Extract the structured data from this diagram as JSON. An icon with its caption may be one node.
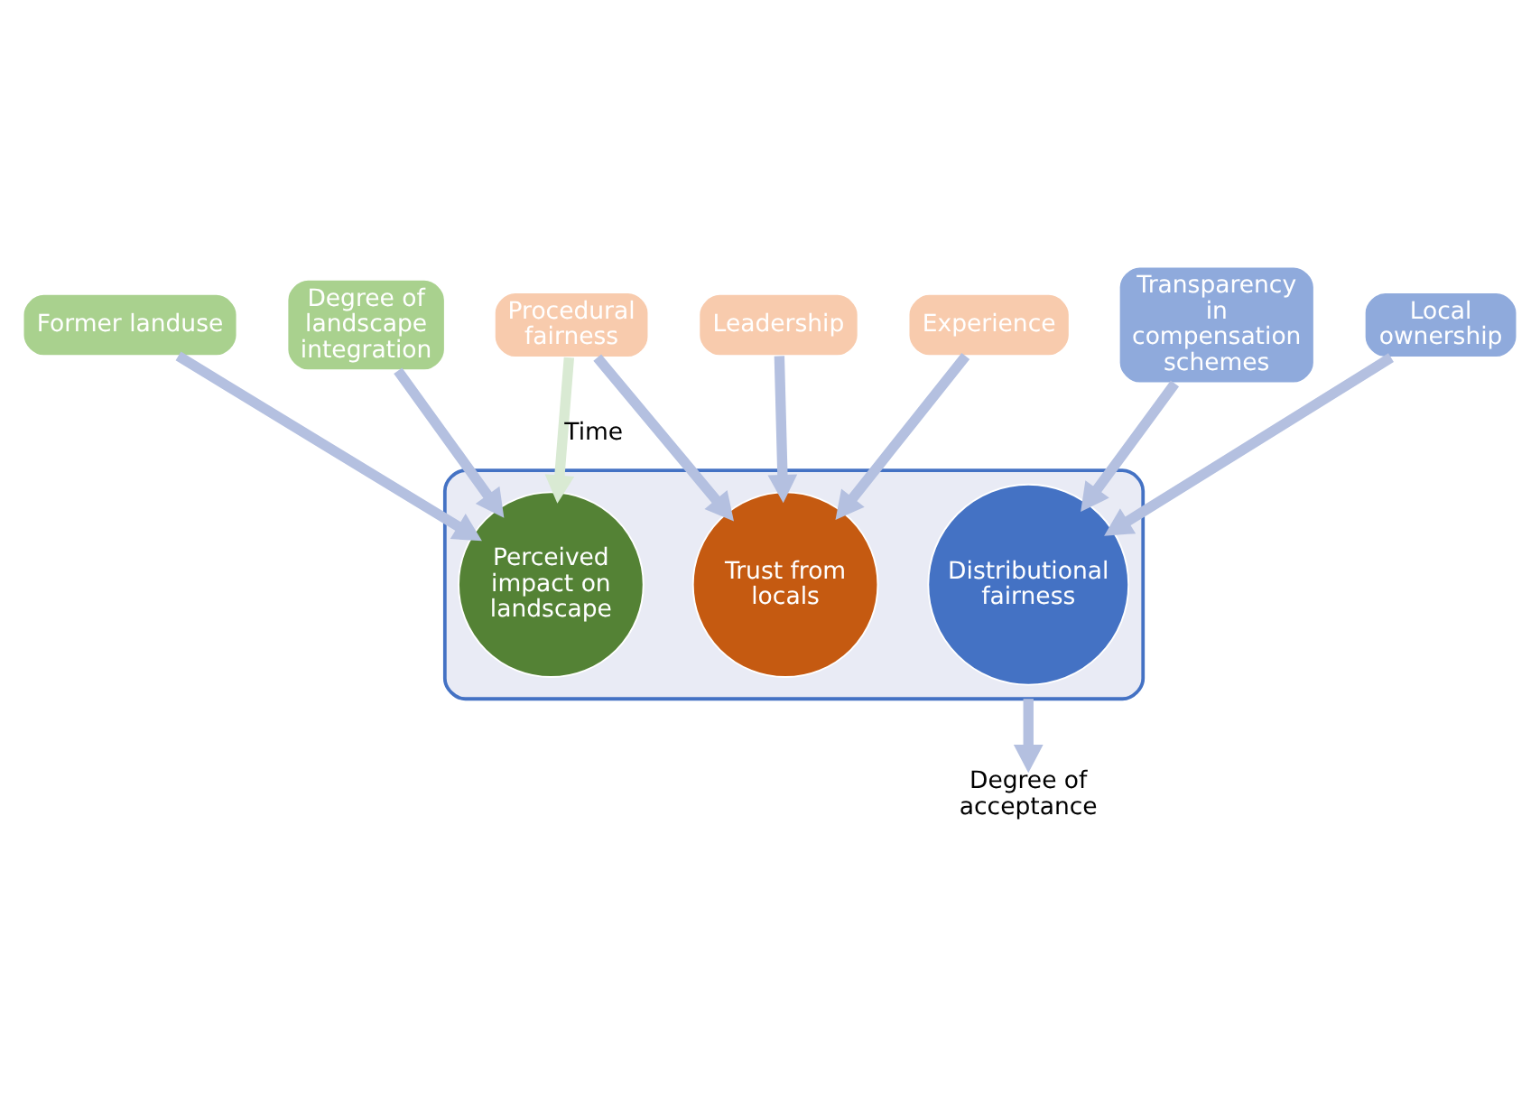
{
  "diagram": {
    "nodes": [
      {
        "text": [],
        "shape": "funnel"
      },
      {
        "text": [
          "Procedural fairness"
        ]
      },
      {
        "text": [
          "Former landuse"
        ]
      },
      {
        "text": [
          "Degree of landscape integration"
        ]
      },
      {
        "text": [
          "Experience"
        ]
      },
      {
        "text": [
          "Leadership"
        ]
      },
      {
        "text": [
          "Trust from locals"
        ],
        "in": 0
      },
      {
        "text": [
          "Perceived impact on landscape"
        ],
        "in": 0
      },
      {
        "text": [
          "Transparency in compensation schemes"
        ]
      },
      {
        "text": [
          "Distributional fairness"
        ],
        "in": 0
      },
      {
        "text": [
          "Local ownership"
        ]
      },
      {
        "text": [
          "Degree of acceptance"
        ]
      }
    ],
    "edges": [
      {
        "from": 1,
        "to": 6,
        "arrow": "to"
      },
      {
        "from": 4,
        "to": 6,
        "arrow": "to"
      },
      {
        "from": 5,
        "to": 6,
        "arrow": "to"
      },
      {
        "from": 1,
        "to": 7,
        "arrow": "to",
        "label": "Time",
        "color": "#d9ead3"
      },
      {
        "from": 2,
        "to": 7,
        "arrow": "to"
      },
      {
        "from": 3,
        "to": 7,
        "arrow": "to"
      },
      {
        "from": 8,
        "to": 9,
        "arrow": "to"
      },
      {
        "from": 10,
        "to": 9,
        "arrow": "to"
      },
      {
        "from": 0,
        "to": 11,
        "arrow": "to"
      }
    ]
  }
}
